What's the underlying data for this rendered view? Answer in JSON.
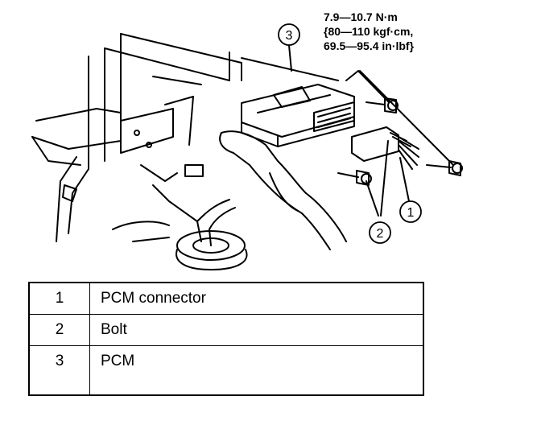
{
  "torque_spec": {
    "line1": "7.9—10.7 N·m",
    "line2": "{80—110 kgf·cm,",
    "line3": "69.5—95.4 in·lbf}"
  },
  "callouts": {
    "pcm": "3",
    "connector": "1",
    "bolt": "2"
  },
  "parts_table": {
    "rows": [
      {
        "number": "1",
        "name": "PCM connector"
      },
      {
        "number": "2",
        "name": "Bolt"
      },
      {
        "number": "3",
        "name": "PCM"
      }
    ]
  }
}
